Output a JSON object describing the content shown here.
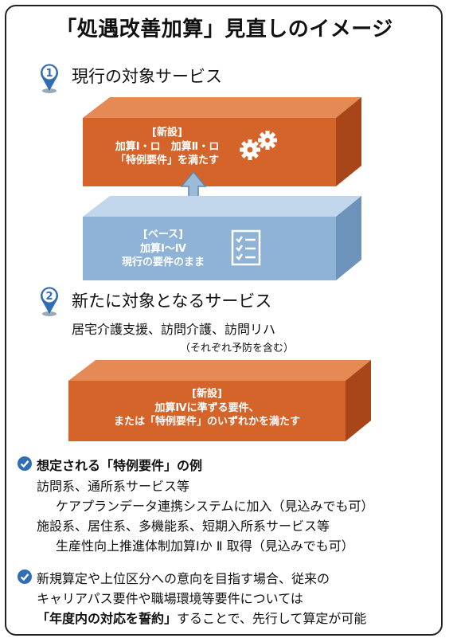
{
  "title": "「処遇改善加算」見直しのイメージ",
  "section1": {
    "number": "1",
    "heading": "現行の対象サービス",
    "new_box": {
      "tag": "[新設]",
      "line1": "加算Ⅰ・ロ　加算Ⅱ・ロ",
      "line2": "「特例要件」を満たす"
    },
    "base_box": {
      "tag": "[ベース]",
      "line1": "加算Ⅰ～Ⅳ",
      "line2": "現行の要件のまま"
    }
  },
  "section2": {
    "number": "2",
    "heading": "新たに対象となるサービス",
    "services": "居宅介護支援、訪問介護、訪問リハ",
    "note": "（それぞれ予防を含む）",
    "new_box": {
      "tag": "[新設]",
      "line1": "加算Ⅳに準ずる要件、",
      "line2": "または「特例要件」のいずれかを満たす"
    }
  },
  "examples": {
    "heading": "想定される「特例要件」の例",
    "lines": [
      "訪問系、通所系サービス等",
      "ケアプランデータ連携システムに加入（見込みでも可）",
      "施設系、居住系、多機能系、短期入所系サービス等",
      "生産性向上推進体制加算Ⅰか Ⅱ 取得（見込みでも可）"
    ]
  },
  "notes": {
    "line1": "新規算定や上位区分への意向を目指す場合、従来の",
    "line2": "キャリアパス要件や職場環境等要件については",
    "line3_bold": "「年度内の対応を誓約」",
    "line3_rest": "することで、先行して算定が可能"
  },
  "colors": {
    "orange": "#d4642a",
    "blue": "#8fb3d6",
    "accent_blue": "#2f6db5"
  },
  "icons": [
    "gears-icon",
    "checklist-icon",
    "pin-icon",
    "check-icon",
    "up-arrow-icon"
  ]
}
